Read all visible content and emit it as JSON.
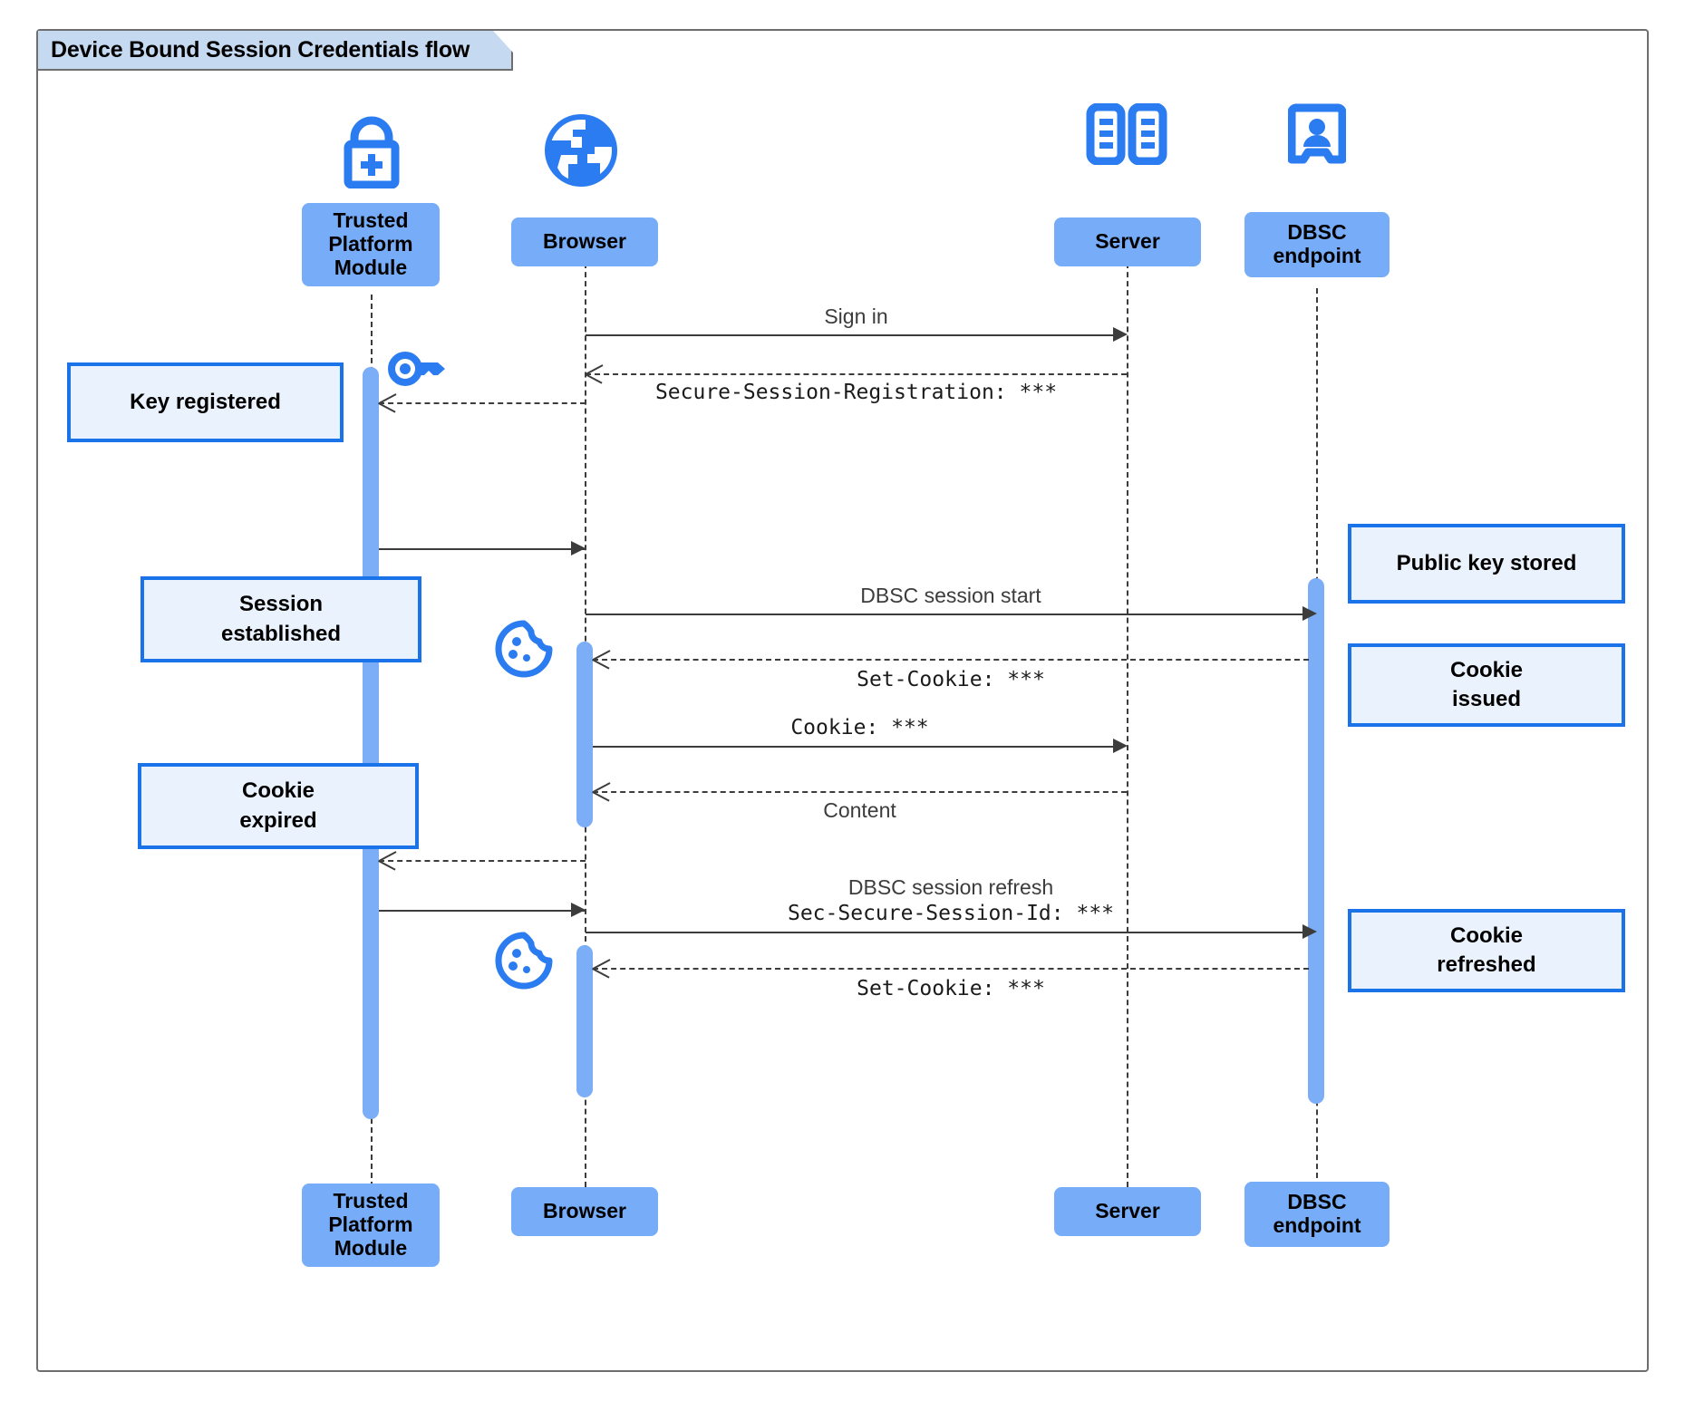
{
  "diagram": {
    "type": "uml-sequence-diagram",
    "frame_title": "Device Bound Session Credentials flow",
    "colors": {
      "participant_fill": "#77acf9",
      "note_fill": "#eaf2fd",
      "note_border": "#1a73e8",
      "activation_fill": "#7cadf7",
      "icon_blue": "#2b7cf0",
      "frame_border": "#6e6e6e",
      "title_fill": "#c5d9f1",
      "line": "#3c3c3c"
    }
  },
  "participants": [
    {
      "id": "tpm",
      "label": "Trusted\nPlatform\nModule",
      "icon": "lock-plus-icon"
    },
    {
      "id": "browser",
      "label": "Browser",
      "icon": "globe-icon"
    },
    {
      "id": "server",
      "label": "Server",
      "icon": "server-rack-icon"
    },
    {
      "id": "dbsc",
      "label": "DBSC\nendpoint",
      "icon": "id-badge-icon"
    }
  ],
  "messages": [
    {
      "id": "m1",
      "from": "browser",
      "to": "server",
      "style": "solid",
      "label": "Sign in",
      "font": "sans"
    },
    {
      "id": "m2",
      "from": "server",
      "to": "browser",
      "style": "dashed",
      "label": "Secure-Session-Registration: ***",
      "font": "mono"
    },
    {
      "id": "m3",
      "from": "browser",
      "to": "tpm",
      "style": "dashed",
      "label": "",
      "font": "sans"
    },
    {
      "id": "m4",
      "from": "tpm",
      "to": "browser",
      "style": "solid",
      "label": "",
      "font": "sans"
    },
    {
      "id": "m5",
      "from": "browser",
      "to": "dbsc",
      "style": "solid",
      "label": "DBSC session start",
      "font": "sans"
    },
    {
      "id": "m6",
      "from": "dbsc",
      "to": "browser",
      "style": "dashed",
      "label": "Set-Cookie: ***",
      "font": "mono"
    },
    {
      "id": "m7",
      "from": "browser",
      "to": "server",
      "style": "solid",
      "label": "Cookie: ***",
      "font": "mono"
    },
    {
      "id": "m8",
      "from": "server",
      "to": "browser",
      "style": "dashed",
      "label": "Content",
      "font": "sans"
    },
    {
      "id": "m9",
      "from": "browser",
      "to": "tpm",
      "style": "dashed",
      "label": "",
      "font": "sans"
    },
    {
      "id": "m10",
      "from": "tpm",
      "to": "browser",
      "style": "solid",
      "label": "",
      "font": "sans"
    },
    {
      "id": "m11",
      "from": "browser",
      "to": "dbsc",
      "style": "solid",
      "label_line1": "DBSC session refresh",
      "label_line2": "Sec-Secure-Session-Id: ***"
    },
    {
      "id": "m12",
      "from": "dbsc",
      "to": "browser",
      "style": "dashed",
      "label": "Set-Cookie: ***",
      "font": "mono"
    }
  ],
  "notes": [
    {
      "id": "n1",
      "text": "Key registered",
      "side": "left",
      "attached_to": "tpm"
    },
    {
      "id": "n2",
      "text": "Session\nestablished",
      "side": "left",
      "attached_to": "tpm"
    },
    {
      "id": "n3",
      "text": "Cookie\nexpired",
      "side": "left",
      "attached_to": "tpm"
    },
    {
      "id": "n4",
      "text": "Public key stored",
      "side": "right",
      "attached_to": "dbsc"
    },
    {
      "id": "n5",
      "text": "Cookie\nissued",
      "side": "right",
      "attached_to": "dbsc"
    },
    {
      "id": "n6",
      "text": "Cookie\nrefreshed",
      "side": "right",
      "attached_to": "dbsc"
    }
  ],
  "inline_icons": [
    {
      "id": "key1",
      "name": "key-icon",
      "near": "tpm"
    },
    {
      "id": "cookie1",
      "name": "cookie-icon",
      "near": "browser"
    },
    {
      "id": "cookie2",
      "name": "cookie-icon",
      "near": "browser"
    }
  ]
}
